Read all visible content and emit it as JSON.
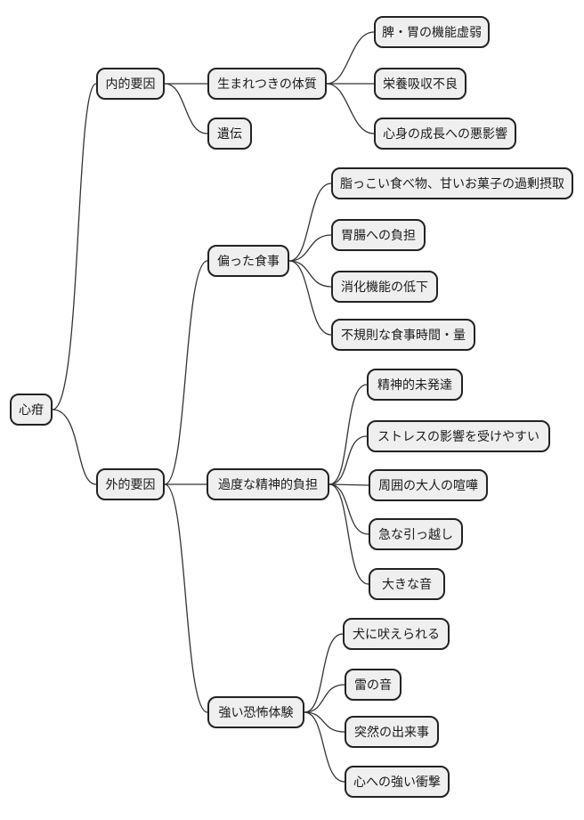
{
  "mindmap": {
    "root": {
      "label": "心疳"
    },
    "branches": [
      {
        "label": "内的要因",
        "children": [
          {
            "label": "生まれつきの体質",
            "children": [
              {
                "label": "脾・胃の機能虚弱"
              },
              {
                "label": "栄養吸収不良"
              },
              {
                "label": "心身の成長への悪影響"
              }
            ]
          },
          {
            "label": "遺伝",
            "children": []
          }
        ]
      },
      {
        "label": "外的要因",
        "children": [
          {
            "label": "偏った食事",
            "children": [
              {
                "label": "脂っこい食べ物、甘いお菓子の過剰摂取"
              },
              {
                "label": "胃腸への負担"
              },
              {
                "label": "消化機能の低下"
              },
              {
                "label": "不規則な食事時間・量"
              }
            ]
          },
          {
            "label": "過度な精神的負担",
            "children": [
              {
                "label": "精神的未発達"
              },
              {
                "label": "ストレスの影響を受けやすい"
              },
              {
                "label": "周囲の大人の喧嘩"
              },
              {
                "label": "急な引っ越し"
              },
              {
                "label": "大きな音"
              }
            ]
          },
          {
            "label": "強い恐怖体験",
            "children": [
              {
                "label": "犬に吠えられる"
              },
              {
                "label": "雷の音"
              },
              {
                "label": "突然の出来事"
              },
              {
                "label": "心への強い衝撃"
              }
            ]
          }
        ]
      }
    ]
  },
  "colors": {
    "background": "#ffffff",
    "node_fill": "#efefef",
    "node_border": "#222222",
    "connector": "#333333",
    "text": "#1a1a1a"
  }
}
